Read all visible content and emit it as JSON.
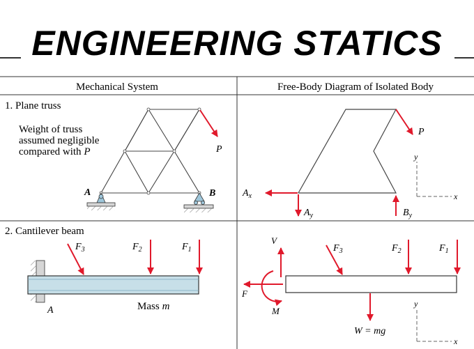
{
  "title": "ENGINEERING STATICS",
  "columns": {
    "left": "Mechanical System",
    "right": "Free-Body Diagram of Isolated Body"
  },
  "rows": {
    "truss": {
      "label": "1. Plane truss",
      "note_line1": "Weight of truss",
      "note_line2": "assumed negligible",
      "note_line3": "compared with",
      "note_p": "P",
      "support_a": "A",
      "support_b": "B",
      "load": "P"
    },
    "truss_fbd": {
      "load": "P",
      "ax": "A",
      "ax_sub": "x",
      "ay": "A",
      "ay_sub": "y",
      "by": "B",
      "by_sub": "y",
      "axis_y": "y",
      "axis_x": "x"
    },
    "beam": {
      "label": "2. Cantilever beam",
      "f3": "F",
      "f3_sub": "3",
      "f2": "F",
      "f2_sub": "2",
      "f1": "F",
      "f1_sub": "1",
      "support": "A",
      "mass": "Mass",
      "mass_var": "m"
    },
    "beam_fbd": {
      "v": "V",
      "f": "F",
      "m": "M",
      "f3": "F",
      "f3_sub": "3",
      "f2": "F",
      "f2_sub": "2",
      "f1": "F",
      "f1_sub": "1",
      "weight": "W = mg",
      "axis_y": "y",
      "axis_x": "x"
    }
  },
  "colors": {
    "arrow": "#e0192b",
    "beam_fill": "#c7dfe8",
    "support_fill": "#d6d6d6",
    "pin_fill": "#9ec6da",
    "line": "#2a2a2a"
  }
}
